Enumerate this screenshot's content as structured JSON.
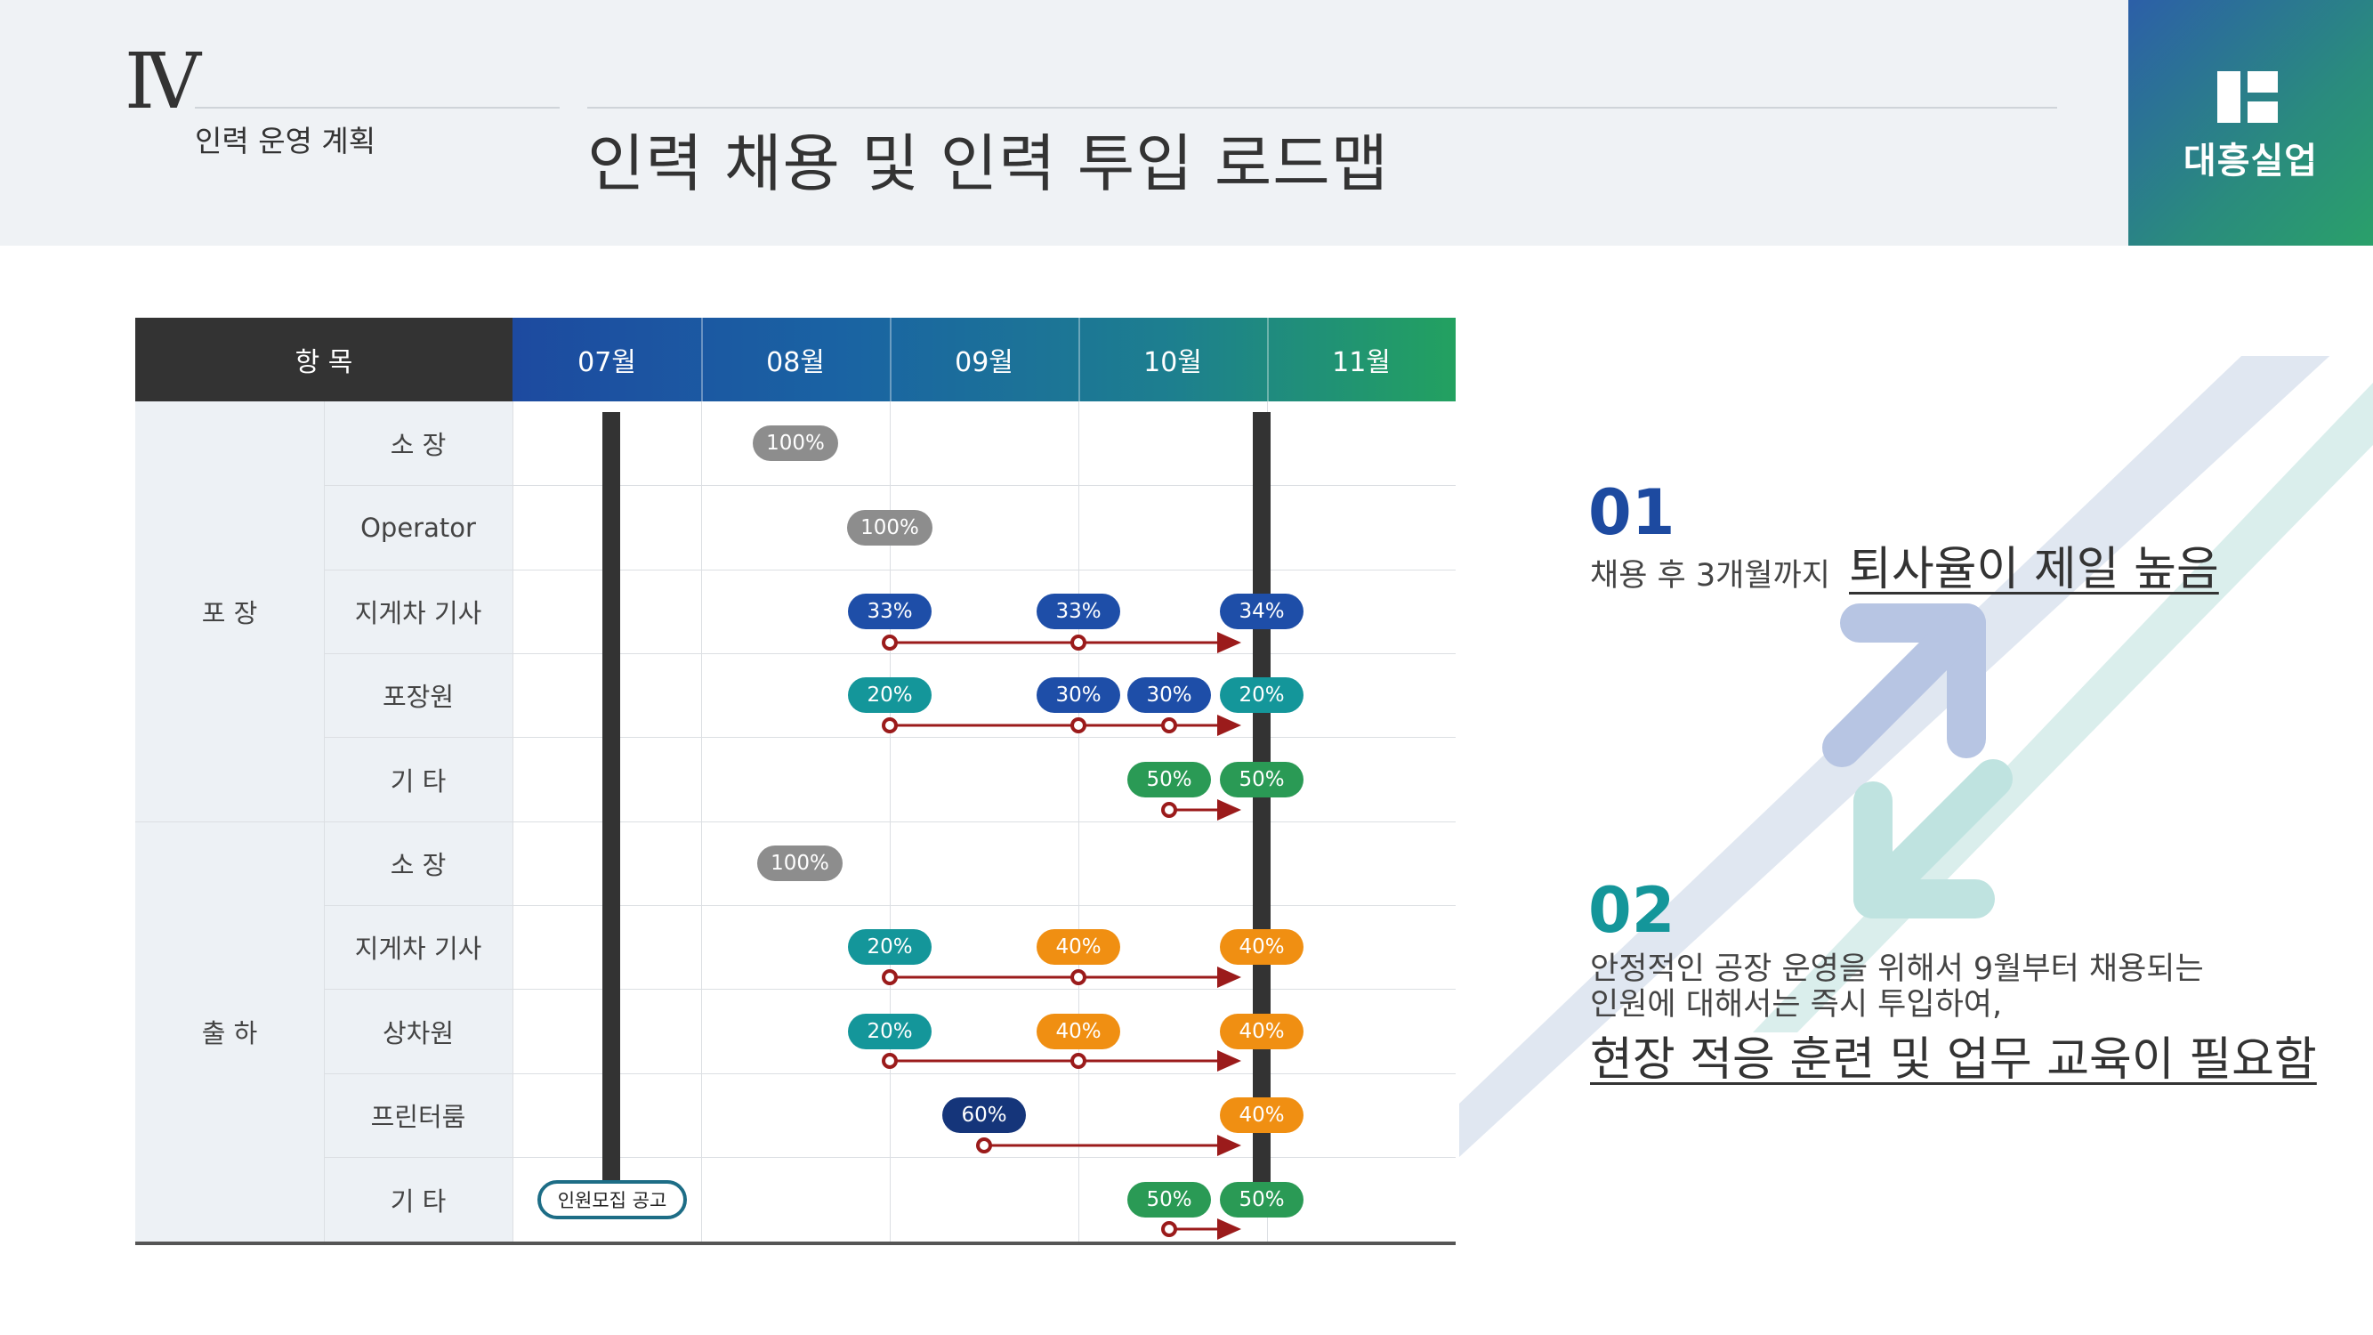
{
  "header": {
    "section_number": "Ⅳ",
    "section_label": "인력 운영 계획",
    "title": "인력 채용 및 인력 투입 로드맵",
    "logo_text": "대흥실업",
    "colors": {
      "header_bg": "#eff2f5",
      "logo_gradient_start": "#2c5fa8",
      "logo_gradient_end": "#2aa06a"
    }
  },
  "table": {
    "header_item": "항 목",
    "months": [
      "07월",
      "08월",
      "09월",
      "10월",
      "11월"
    ],
    "groups": [
      {
        "label": "포 장",
        "rows": [
          "소 장",
          "Operator",
          "지게차 기사",
          "포장원",
          "기 타"
        ]
      },
      {
        "label": "출 하",
        "rows": [
          "소 장",
          "지게차 기사",
          "상차원",
          "프린터룸",
          "기 타"
        ]
      }
    ],
    "recruit_badge": "인원모집 공고",
    "entries": [
      {
        "row": 0,
        "pills": [
          {
            "label": "100%",
            "color": "gray"
          }
        ]
      },
      {
        "row": 1,
        "pills": [
          {
            "label": "100%",
            "color": "gray"
          }
        ]
      },
      {
        "row": 2,
        "pills": [
          {
            "label": "33%",
            "color": "blue"
          },
          {
            "label": "33%",
            "color": "blue"
          },
          {
            "label": "34%",
            "color": "blue"
          }
        ]
      },
      {
        "row": 3,
        "pills": [
          {
            "label": "20%",
            "color": "teal"
          },
          {
            "label": "30%",
            "color": "blue"
          },
          {
            "label": "30%",
            "color": "blue"
          },
          {
            "label": "20%",
            "color": "teal"
          }
        ]
      },
      {
        "row": 4,
        "pills": [
          {
            "label": "50%",
            "color": "green"
          },
          {
            "label": "50%",
            "color": "green"
          }
        ]
      },
      {
        "row": 5,
        "pills": [
          {
            "label": "100%",
            "color": "gray"
          }
        ]
      },
      {
        "row": 6,
        "pills": [
          {
            "label": "20%",
            "color": "teal"
          },
          {
            "label": "40%",
            "color": "orange"
          },
          {
            "label": "40%",
            "color": "orange"
          }
        ]
      },
      {
        "row": 7,
        "pills": [
          {
            "label": "20%",
            "color": "teal"
          },
          {
            "label": "40%",
            "color": "orange"
          },
          {
            "label": "40%",
            "color": "orange"
          }
        ]
      },
      {
        "row": 8,
        "pills": [
          {
            "label": "60%",
            "color": "navy"
          },
          {
            "label": "40%",
            "color": "orange"
          }
        ]
      },
      {
        "row": 9,
        "pills": [
          {
            "label": "50%",
            "color": "green"
          },
          {
            "label": "50%",
            "color": "green"
          }
        ]
      }
    ]
  },
  "points": [
    {
      "number": "01",
      "text": "채용 후 3개월까지",
      "highlight": "퇴사율이 제일 높음",
      "number_color": "#1d4aa0"
    },
    {
      "number": "02",
      "text_line1": "안정적인 공장 운영을 위해서 9월부터 채용되는",
      "text_line2": "인원에 대해서는 즉시 투입하여,",
      "highlight": "현장 적응 훈련 및 업무 교육이 필요함",
      "number_color": "#14969a"
    }
  ]
}
